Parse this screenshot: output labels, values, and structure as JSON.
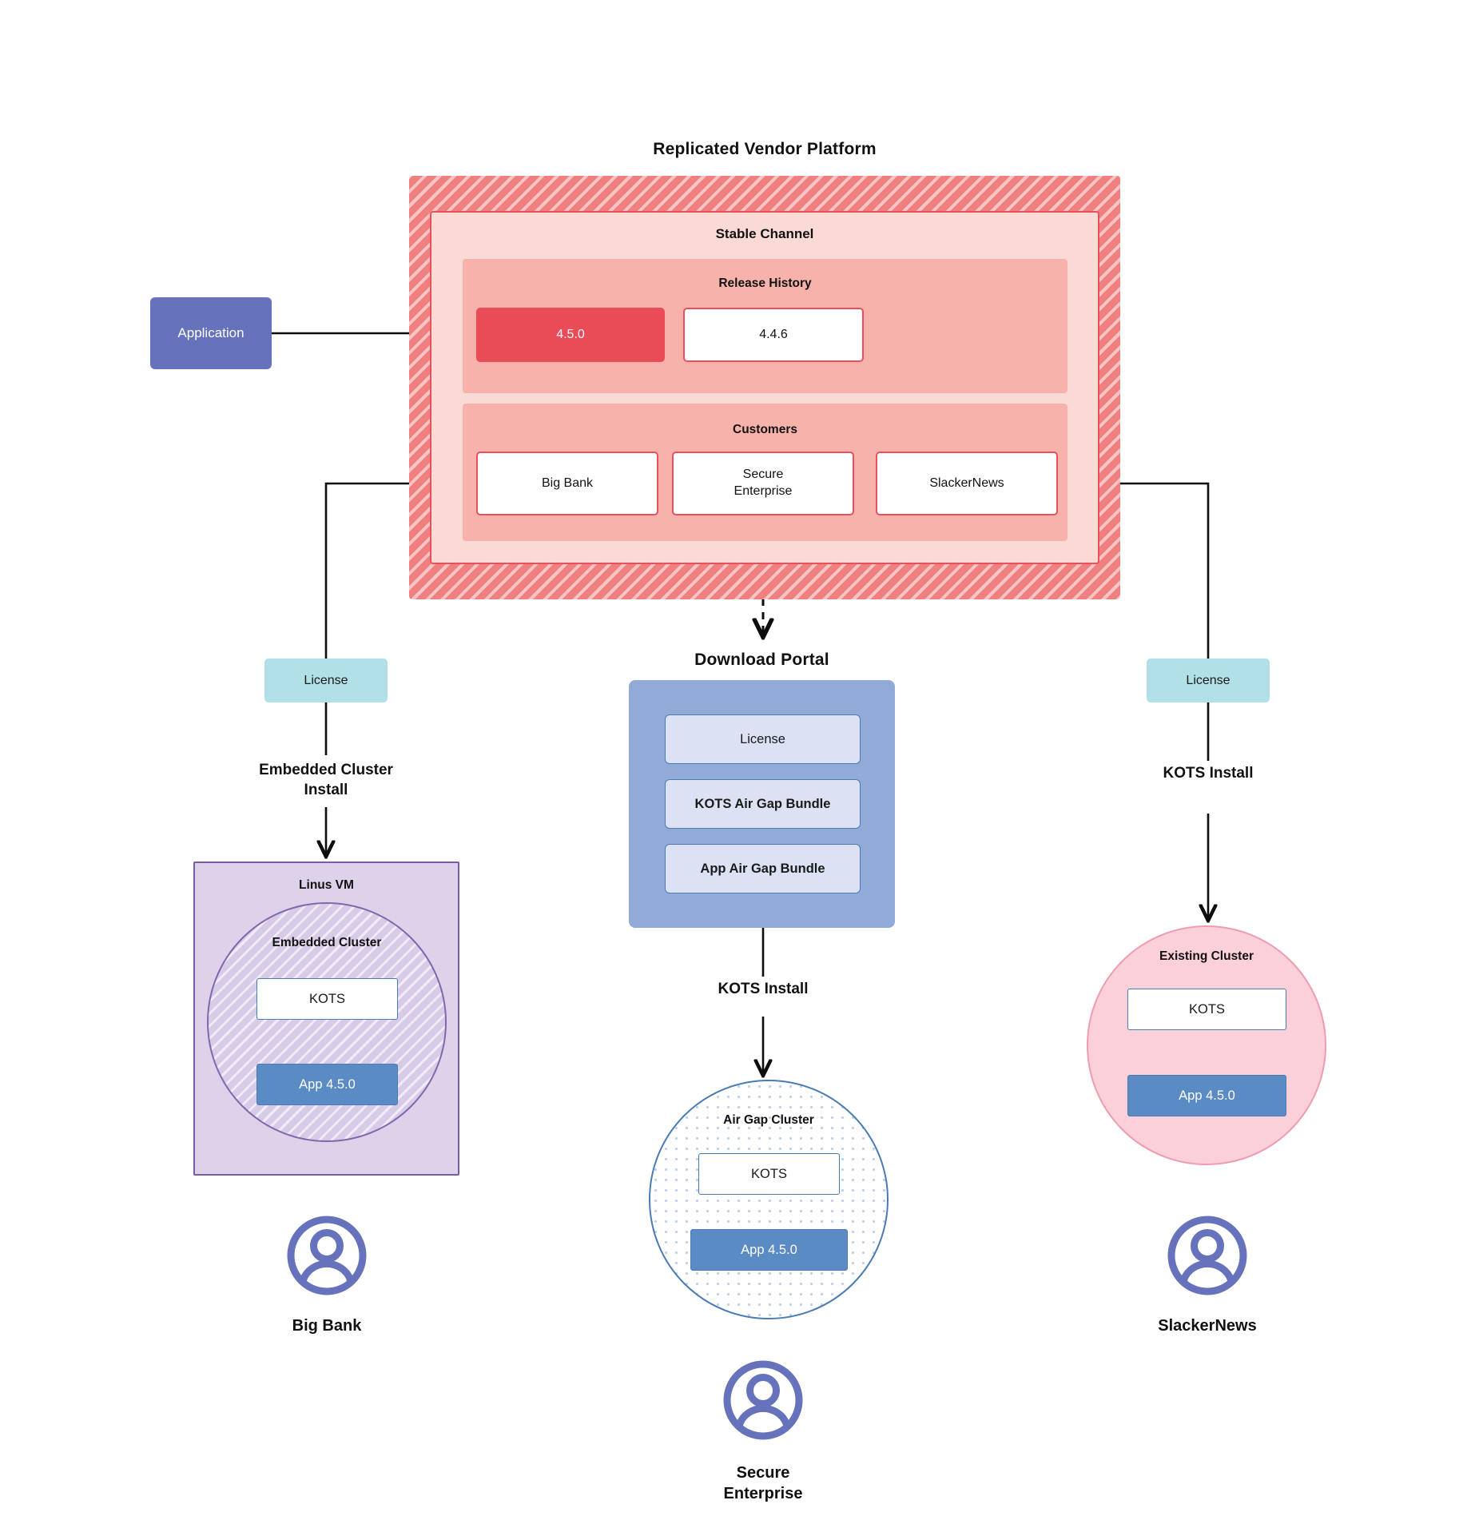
{
  "diagram": {
    "title": "Replicated Vendor Platform"
  },
  "application": {
    "label": "Application"
  },
  "vendor_platform": {
    "title": "Replicated Vendor Platform",
    "channel": {
      "title": "Stable Channel",
      "release_history": {
        "title": "Release History",
        "releases": [
          {
            "version": "4.5.0",
            "state": "current"
          },
          {
            "version": "4.4.6",
            "state": "previous"
          }
        ]
      },
      "customers": {
        "title": "Customers",
        "items": [
          {
            "name": "Big Bank"
          },
          {
            "name": "Secure\nEnterprise"
          },
          {
            "name": "SlackerNews"
          }
        ]
      }
    }
  },
  "left_branch": {
    "license_label": "License",
    "install_label": "Embedded Cluster\nInstall",
    "vm": {
      "title": "Linus VM",
      "cluster_title": "Embedded Cluster",
      "kots_label": "KOTS",
      "app_label": "App 4.5.0"
    },
    "persona": "Big Bank"
  },
  "middle_branch": {
    "portal_title": "Download  Portal",
    "portal_items": [
      {
        "label": "License"
      },
      {
        "label": "KOTS Air Gap Bundle"
      },
      {
        "label": "App Air Gap Bundle"
      }
    ],
    "install_label": "KOTS Install",
    "cluster": {
      "title": "Air Gap Cluster",
      "kots_label": "KOTS",
      "app_label": "App 4.5.0"
    },
    "persona": "Secure\nEnterprise"
  },
  "right_branch": {
    "license_label": "License",
    "install_label": "KOTS Install",
    "cluster": {
      "title": "Existing Cluster",
      "kots_label": "KOTS",
      "app_label": "App 4.5.0"
    },
    "persona": "SlackerNews"
  },
  "colors": {
    "platform_hatch": "#f07f7f",
    "channel_fill": "#fbdad5",
    "channel_border": "#e8505b",
    "section_fill": "#f7b3ab",
    "release_current": "#e94b57",
    "application": "#6672bb",
    "license": "#b2e0e8",
    "portal": "#92aad8",
    "portal_item": "#dce2f4",
    "vm": "#ddd2ea",
    "vm_border": "#7a5ba8",
    "existing_cluster": "#fbd0d9",
    "app_node": "#5b8bc4",
    "avatar": "#6672bb"
  }
}
